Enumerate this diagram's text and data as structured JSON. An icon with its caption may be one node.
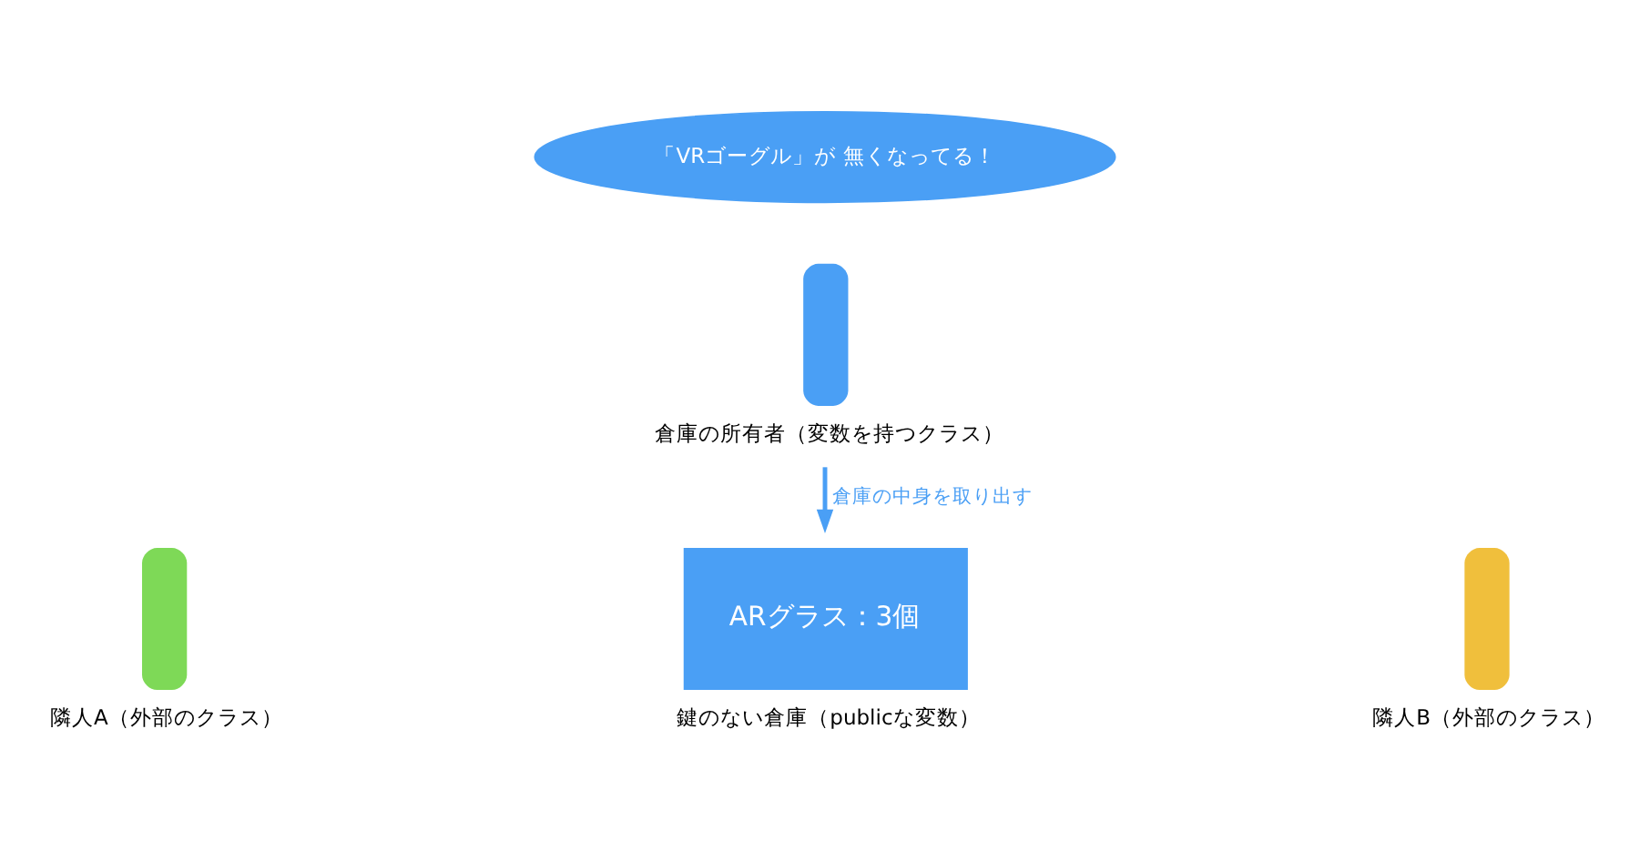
{
  "diagram": {
    "nodes": [
      {
        "text": [
          "「VRゴーグル」が 無くなってる！"
        ]
      },
      {
        "text": [],
        "shape": "person",
        "beside": [
          "倉庫の所有者（変数を持つクラス）"
        ]
      },
      {
        "text": [],
        "shape": "person",
        "beside": [
          "隣人A（外部のクラス）"
        ]
      },
      {
        "text": [
          "ARグラス：3個"
        ],
        "beside": [
          "鍵のない倉庫（publicな変数）"
        ]
      },
      {
        "text": [],
        "shape": "person",
        "beside": [
          "隣人B（外部のクラス）"
        ]
      }
    ],
    "edges": [
      {
        "from": 1,
        "to": 3,
        "arrow": "to",
        "label": "倉庫の中身を取り出す"
      }
    ]
  }
}
